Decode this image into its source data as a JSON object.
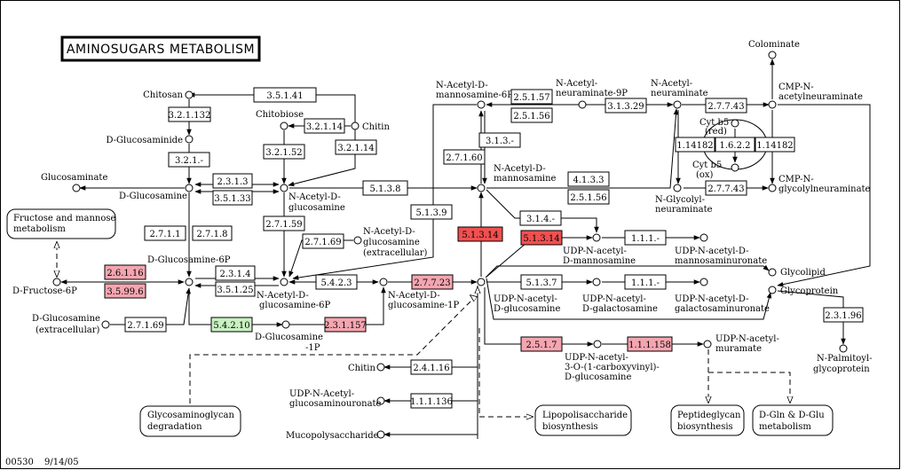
{
  "title": "AMINOSUGARS METABOLISM",
  "footer": {
    "map_id": "00530",
    "date": "9/14/05"
  },
  "colors": {
    "line": "#000000",
    "red": "#f05050",
    "pink": "#f4a6b0",
    "green": "#c8f0c0",
    "white": "#ffffff"
  },
  "compounds": {
    "chitosan": "Chitosan",
    "chitobiose": "Chitobiose",
    "chitin": "Chitin",
    "d_glucosaminide": "D-Glucosaminide",
    "glucosaminate": "Glucosaminate",
    "d_glucosamine": "D-Glucosamine",
    "glcnac_1": "N-Acetyl-D-",
    "glcnac_2": "glucosamine",
    "glcnac_ext_1": "N-Acetyl-D-",
    "glcnac_ext_2": "glucosamine",
    "glcnac_ext_3": "(extracellular)",
    "d_glucosamine_6p": "D-Glucosamine-6P",
    "d_fructose_6p": "D-Fructose-6P",
    "glcn_ext_1": "D-Glucosamine",
    "glcn_ext_2": "(extracellular)",
    "glcnac_6p_1": "N-Acetyl-D-",
    "glcnac_6p_2": "glucosamine-6P",
    "glcnac_1p_1": "N-Acetyl-D-",
    "glcnac_1p_2": "glucosamine-1P",
    "glcn_1p_1": "D-Glucosamine",
    "glcn_1p_2": "-1P",
    "manac_6p_1": "N-Acetyl-D-",
    "manac_6p_2": "mannosamine-6P",
    "neunac_9p_1": "N-Acetyl-",
    "neunac_9p_2": "neuraminate-9P",
    "neunac_1": "N-Acetyl-",
    "neunac_2": "neuraminate",
    "colominate": "Colominate",
    "cmp_neunac_1": "CMP-N-",
    "cmp_neunac_2": "acetylneuraminate",
    "cytb5_red_1": "Cyt b5",
    "cytb5_red_2": "(red)",
    "cytb5_ox_1": "Cyt b5",
    "cytb5_ox_2": "(ox)",
    "manac_1": "N-Acetyl-D-",
    "manac_2": "mannosamine",
    "neugc_1": "N-Glycolyl-",
    "neugc_2": "neuraminate",
    "cmp_neugc_1": "CMP-N-",
    "cmp_neugc_2": "glycolylneuraminate",
    "udp_manac_1": "UDP-N-acetyl-",
    "udp_manac_2": "D-mannosamine",
    "udp_mannac_uro_1": "UDP-N-acetyl-D-",
    "udp_mannac_uro_2": "mannosaminuronate",
    "glycolipid": "Glycolipid",
    "glycoprotein": "Glycoprotein",
    "udp_glcnac_1": "UDP-N-acetyl-",
    "udp_glcnac_2": "D-glucosamine",
    "udp_galnac_1": "UDP-N-acetyl-",
    "udp_galnac_2": "D-galactosamine",
    "udp_galnac_uro_1": "UDP-N-acetyl-D-",
    "udp_galnac_uro_2": "galactosaminuronate",
    "n_palmitoyl_1": "N-Palmitoyl-",
    "n_palmitoyl_2": "glycoprotein",
    "udp_enolpyr_1": "UDP-N-acetyl-",
    "udp_enolpyr_2": "3-O-(1-carboxyvinyl)-",
    "udp_enolpyr_3": "D-glucosamine",
    "udp_murnac_1": "UDP-N-acetyl-",
    "udp_murnac_2": "muramate",
    "chitin2": "Chitin",
    "udp_glcnac_uro_1": "UDP-N-Acetyl-",
    "udp_glcnac_uro_2": "glucosaminouronate",
    "mucopoly": "Mucopolysaccharide"
  },
  "maps": {
    "fructose_1": "Fructose and mannose",
    "fructose_2": "metabolism",
    "gag_1": "Glycosaminoglycan",
    "gag_2": "degradation",
    "lps_1": "Lipopolisaccharide",
    "lps_2": "biosynthesis",
    "pg_1": "Peptideglycan",
    "pg_2": "biosynthesis",
    "dgln_1": "D-Gln & D-Glu",
    "dgln_2": "metabolism"
  },
  "enzymes": {
    "e3_5_1_41": "3.5.1.41",
    "e3_2_1_132": "3.2.1.132",
    "e3_2_1_14a": "3.2.1.14",
    "e3_2_1_52": "3.2.1.52",
    "e3_2_1_14b": "3.2.1.14",
    "e3_2_1_dash": "3.2.1.-",
    "e2_3_1_3": "2.3.1.3",
    "e3_5_1_33": "3.5.1.33",
    "e2_7_1_1": "2.7.1.1",
    "e2_7_1_8": "2.7.1.8",
    "e2_7_1_59": "2.7.1.59",
    "e2_7_1_69a": "2.7.1.69",
    "e2_6_1_16": "2.6.1.16",
    "e3_5_99_6": "3.5.99.6",
    "e2_3_1_4": "2.3.1.4",
    "e3_5_1_25": "3.5.1.25",
    "e5_4_2_3": "5.4.2.3",
    "e2_7_7_23": "2.7.7.23",
    "e2_7_1_69b": "2.7.1.69",
    "e5_4_2_10": "5.4.2.10",
    "e2_3_1_157": "2.3.1.157",
    "e5_1_3_8": "5.1.3.8",
    "e5_1_3_9": "5.1.3.9",
    "e2_5_1_57": "2.5.1.57",
    "e2_5_1_56a": "2.5.1.56",
    "e3_1_3_29": "3.1.3.29",
    "e3_1_3_dash": "3.1.3.-",
    "e2_7_1_60": "2.7.1.60",
    "e4_1_3_3": "4.1.3.3",
    "e2_5_1_56b": "2.5.1.56",
    "e2_7_7_43a": "2.7.7.43",
    "e1_14_18_2a": "1.14182",
    "e1_6_2_2": "1.6.2.2",
    "e1_14_18_2b": "1.14182",
    "e2_7_7_43b": "2.7.7.43",
    "e3_1_4_dash": "3.1.4.-",
    "e5_1_3_14a": "5.1.3.14",
    "e5_1_3_14b": "5.1.3.14",
    "e1_1_1_dash_a": "1.1.1.-",
    "e5_1_3_7": "5.1.3.7",
    "e1_1_1_dash_b": "1.1.1.-",
    "e2_5_1_7": "2.5.1.7",
    "e1_1_1_158": "1.1.1.158",
    "e2_4_1_16": "2.4.1.16",
    "e1_1_1_136": "1.1.1.136",
    "e2_3_1_96": "2.3.1.96"
  }
}
